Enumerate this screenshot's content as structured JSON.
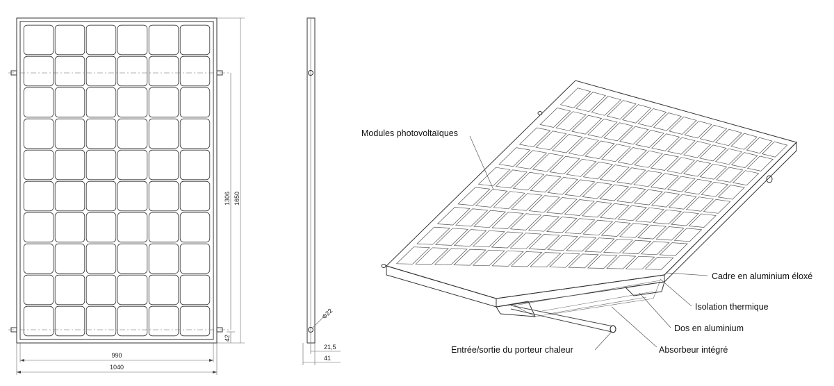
{
  "front_view": {
    "rows": 10,
    "cols": 6,
    "dim_inner_width": "990",
    "dim_outer_width": "1040",
    "dim_inner_height": "1306",
    "dim_outer_height": "1650",
    "dim_offset": "42"
  },
  "side_view": {
    "dim_diameter": "Ф22",
    "dim_depth_1": "21,5",
    "dim_depth_2": "41"
  },
  "iso_view": {
    "rows": 9,
    "cols": 14
  },
  "labels": {
    "pv_modules": "Modules photovoltaïques",
    "aluminium_frame": "Cadre en aluminium éloxé",
    "thermal_insulation": "Isolation thermique",
    "aluminium_back": "Dos en aluminium",
    "integrated_absorber": "Absorbeur intégré",
    "heat_carrier_port": "Entrée/sortie du porteur chaleur"
  }
}
